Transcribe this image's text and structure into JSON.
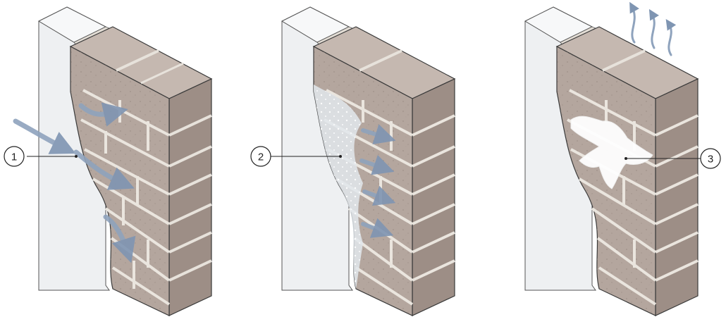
{
  "colors": {
    "background": "#ffffff",
    "brick_face": "#b7a9a1",
    "brick_top": "#c7bbb3",
    "brick_side": "#9a8b83",
    "mortar": "#e6e2dc",
    "render_layer": "#eff0f1",
    "water_arrow": "#8fa3bd",
    "sealant_fill": "#e4e9ee",
    "efflorescence": "#ffffff",
    "outline": "#3a3a3a"
  },
  "panels": [
    {
      "id": "panel-1",
      "callout": "1",
      "icon": "water-ingress-arrows"
    },
    {
      "id": "panel-2",
      "callout": "2",
      "icon": "penetrating-sealant-arrows"
    },
    {
      "id": "panel-3",
      "callout": "3",
      "icon": "vapour-escape-arrows"
    }
  ]
}
